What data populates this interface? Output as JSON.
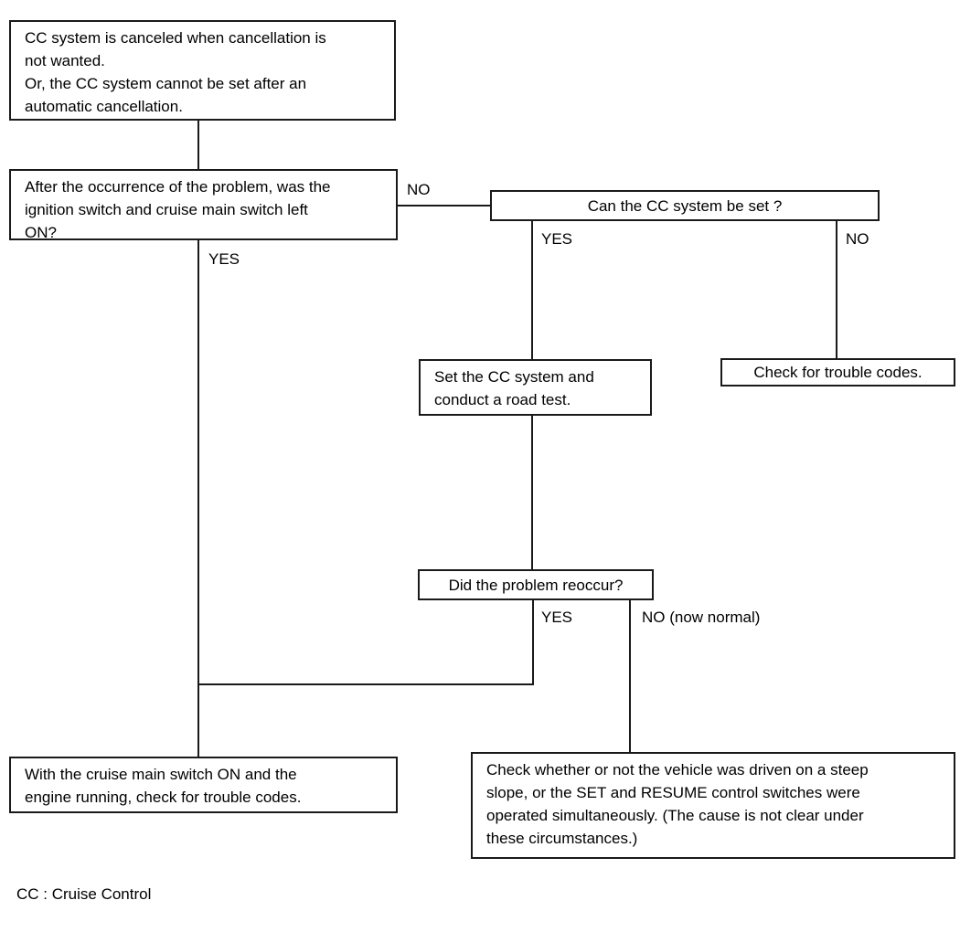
{
  "diagram": {
    "type": "flowchart",
    "subject": "Cruise control system troubleshooting",
    "colors": {
      "ink": "#000000",
      "line": "#1a1a1a",
      "background": "#ffffff"
    },
    "caption": "CC : Cruise Control",
    "nodes": {
      "problem": {
        "text": "CC system is canceled when cancellation is\nnot wanted.\nOr, the CC system cannot be set after an\nautomatic cancellation."
      },
      "q_ignition": {
        "text": "After the occurrence of the problem, was the\nignition switch and cruise main switch left\nON?"
      },
      "q_can_set": {
        "text": "Can the CC system be set ?"
      },
      "set_road_test": {
        "text": "Set the CC system and\nconduct a road test."
      },
      "check_codes_right": {
        "text": "Check for trouble codes."
      },
      "q_reoccur": {
        "text": "Did the problem reoccur?"
      },
      "check_codes_left": {
        "text": "With the cruise main switch ON and the\nengine running, check for trouble codes."
      },
      "check_steep_slope": {
        "text": "Check whether or not the vehicle was driven on a steep\nslope, or the SET and RESUME control switches were\noperated simultaneously. (The cause is not clear under\nthese circumstances.)"
      }
    },
    "edge_labels": {
      "ignition_no": "NO",
      "ignition_yes": "YES",
      "can_set_yes": "YES",
      "can_set_no": "NO",
      "reoccur_yes": "YES",
      "reoccur_no": "NO (now normal)"
    },
    "edges": [
      {
        "from": "problem",
        "to": "q_ignition",
        "label": ""
      },
      {
        "from": "q_ignition",
        "to": "q_can_set",
        "label": "NO"
      },
      {
        "from": "q_ignition",
        "to": "check_codes_left",
        "label": "YES"
      },
      {
        "from": "q_can_set",
        "to": "set_road_test",
        "label": "YES"
      },
      {
        "from": "q_can_set",
        "to": "check_codes_right",
        "label": "NO"
      },
      {
        "from": "set_road_test",
        "to": "q_reoccur",
        "label": ""
      },
      {
        "from": "q_reoccur",
        "to": "check_codes_left",
        "label": "YES"
      },
      {
        "from": "q_reoccur",
        "to": "check_steep_slope",
        "label": "NO (now normal)"
      }
    ]
  }
}
